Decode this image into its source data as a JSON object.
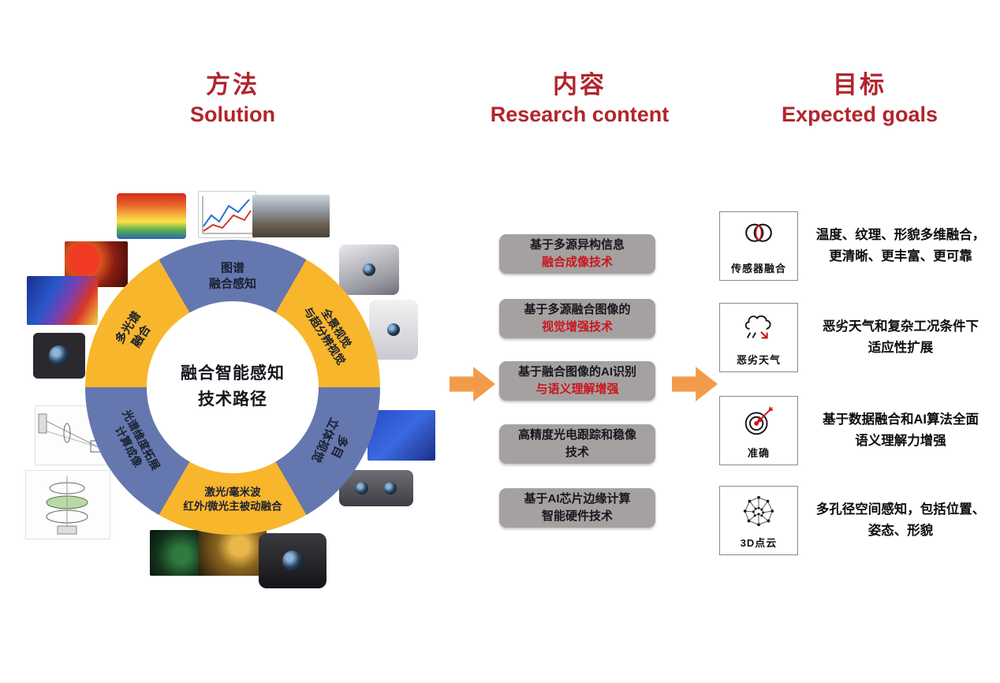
{
  "colors": {
    "header_red": "#B1252C",
    "ring_blue": "#6577AF",
    "ring_yellow": "#F8B62D",
    "box_gray": "#A6A1A1",
    "accent_red": "#C9161D",
    "arrow_orange": "#F29C4B",
    "text_dark": "#17171F"
  },
  "headers": {
    "solution_zh": "方法",
    "solution_en": "Solution",
    "content_zh": "内容",
    "content_en": "Research content",
    "goals_zh": "目标",
    "goals_en": "Expected goals"
  },
  "donut": {
    "center_title": "融合智能感知\n技术路径",
    "segments": [
      {
        "label": "图谱\n融合感知"
      },
      {
        "label": "全景视觉\n与超分辨视觉"
      },
      {
        "label": "多目\n立体视觉"
      },
      {
        "label": "激光/毫米波\n红外/微光主被动融合"
      },
      {
        "label": "光谱维度拓展\n计算成像"
      },
      {
        "label": "多光谱\n融合"
      }
    ]
  },
  "research": {
    "boxes": [
      {
        "line1": "基于多源异构信息",
        "line2": "融合成像技术"
      },
      {
        "line1": "基于多源融合图像的",
        "line2": "视觉增强技术"
      },
      {
        "line1": "基于融合图像的AI识别",
        "line2": "与语义理解增强"
      },
      {
        "line1": "高精度光电跟踪和稳像",
        "line2": "技术"
      },
      {
        "line1": "基于AI芯片边缘计算",
        "line2": "智能硬件技术"
      }
    ]
  },
  "goals": {
    "items": [
      {
        "icon": "venn-fusion-icon",
        "label": "传感器融合",
        "desc": "温度、纹理、形貌多维融合，\n更清晰、更丰富、更可靠"
      },
      {
        "icon": "bad-weather-icon",
        "label": "恶劣天气",
        "desc": "恶劣天气和复杂工况条件下\n适应性扩展"
      },
      {
        "icon": "target-accuracy-icon",
        "label": "准确",
        "desc": "基于数据融合和AI算法全面\n语义理解力增强"
      },
      {
        "icon": "point-cloud-icon",
        "label": "3D点云",
        "desc": "多孔径空间感知，包括位置、\n姿态、形貌"
      }
    ]
  }
}
